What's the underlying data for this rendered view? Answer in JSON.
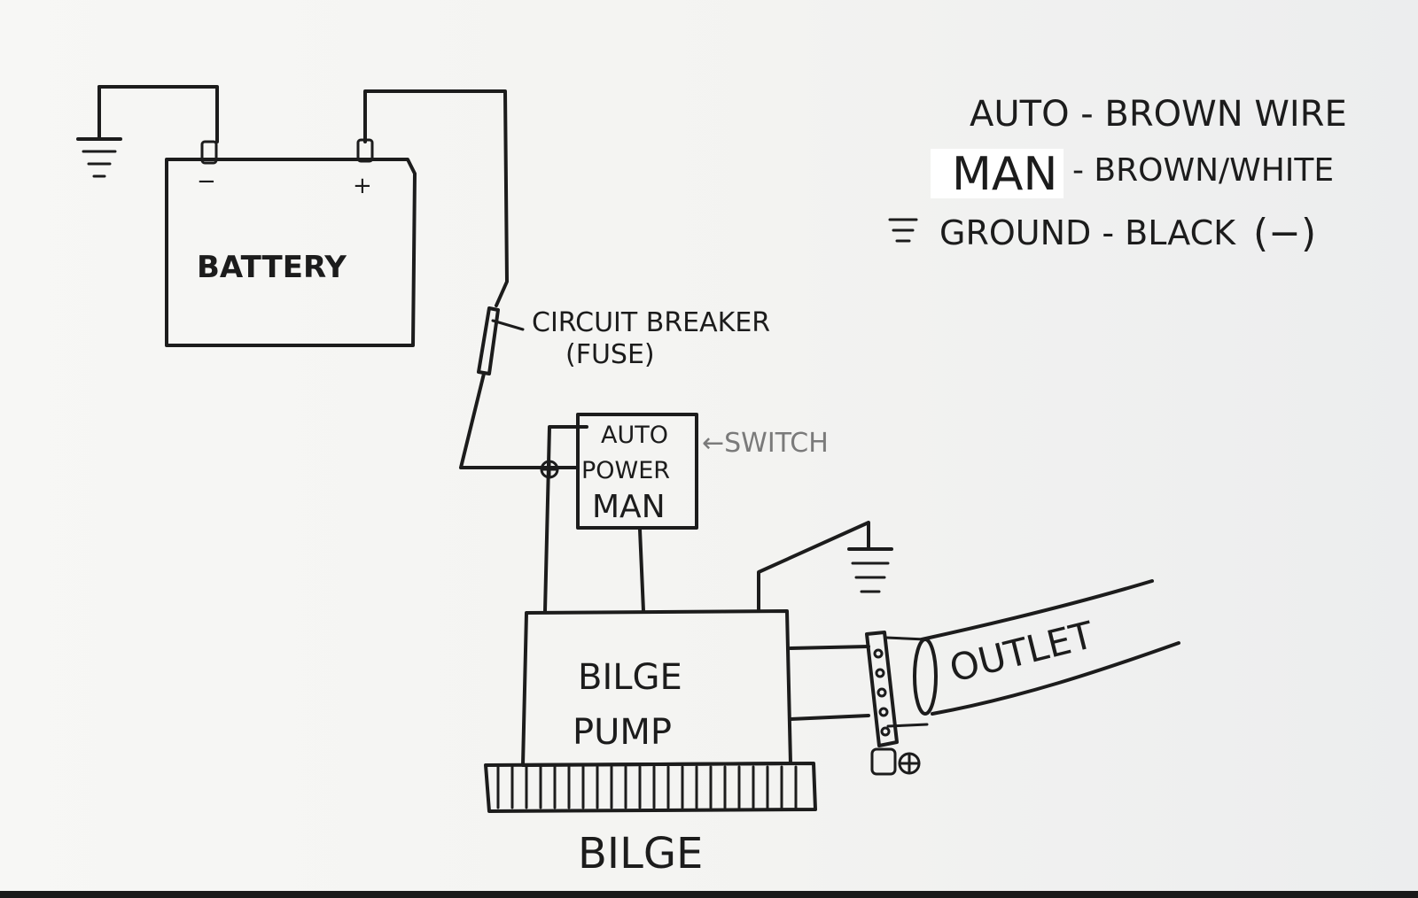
{
  "labels": {
    "battery": "BATTERY",
    "minus": "−",
    "plus": "+",
    "breaker_line1": "CIRCUIT BREAKER",
    "breaker_line2": "(FUSE)",
    "switch_auto": "AUTO",
    "switch_power": "POWER",
    "switch_man": "MAN",
    "switch_pointer": "←SWITCH",
    "pump_line1": "BILGE",
    "pump_line2": "PUMP",
    "bilge": "BILGE",
    "outlet": "OUTLET"
  },
  "legend": {
    "auto": "AUTO - BROWN WIRE",
    "man_key": "MAN",
    "man_value": "- BROWN/WHITE",
    "ground": "GROUND - BLACK",
    "ground_symbol": "(−)"
  }
}
